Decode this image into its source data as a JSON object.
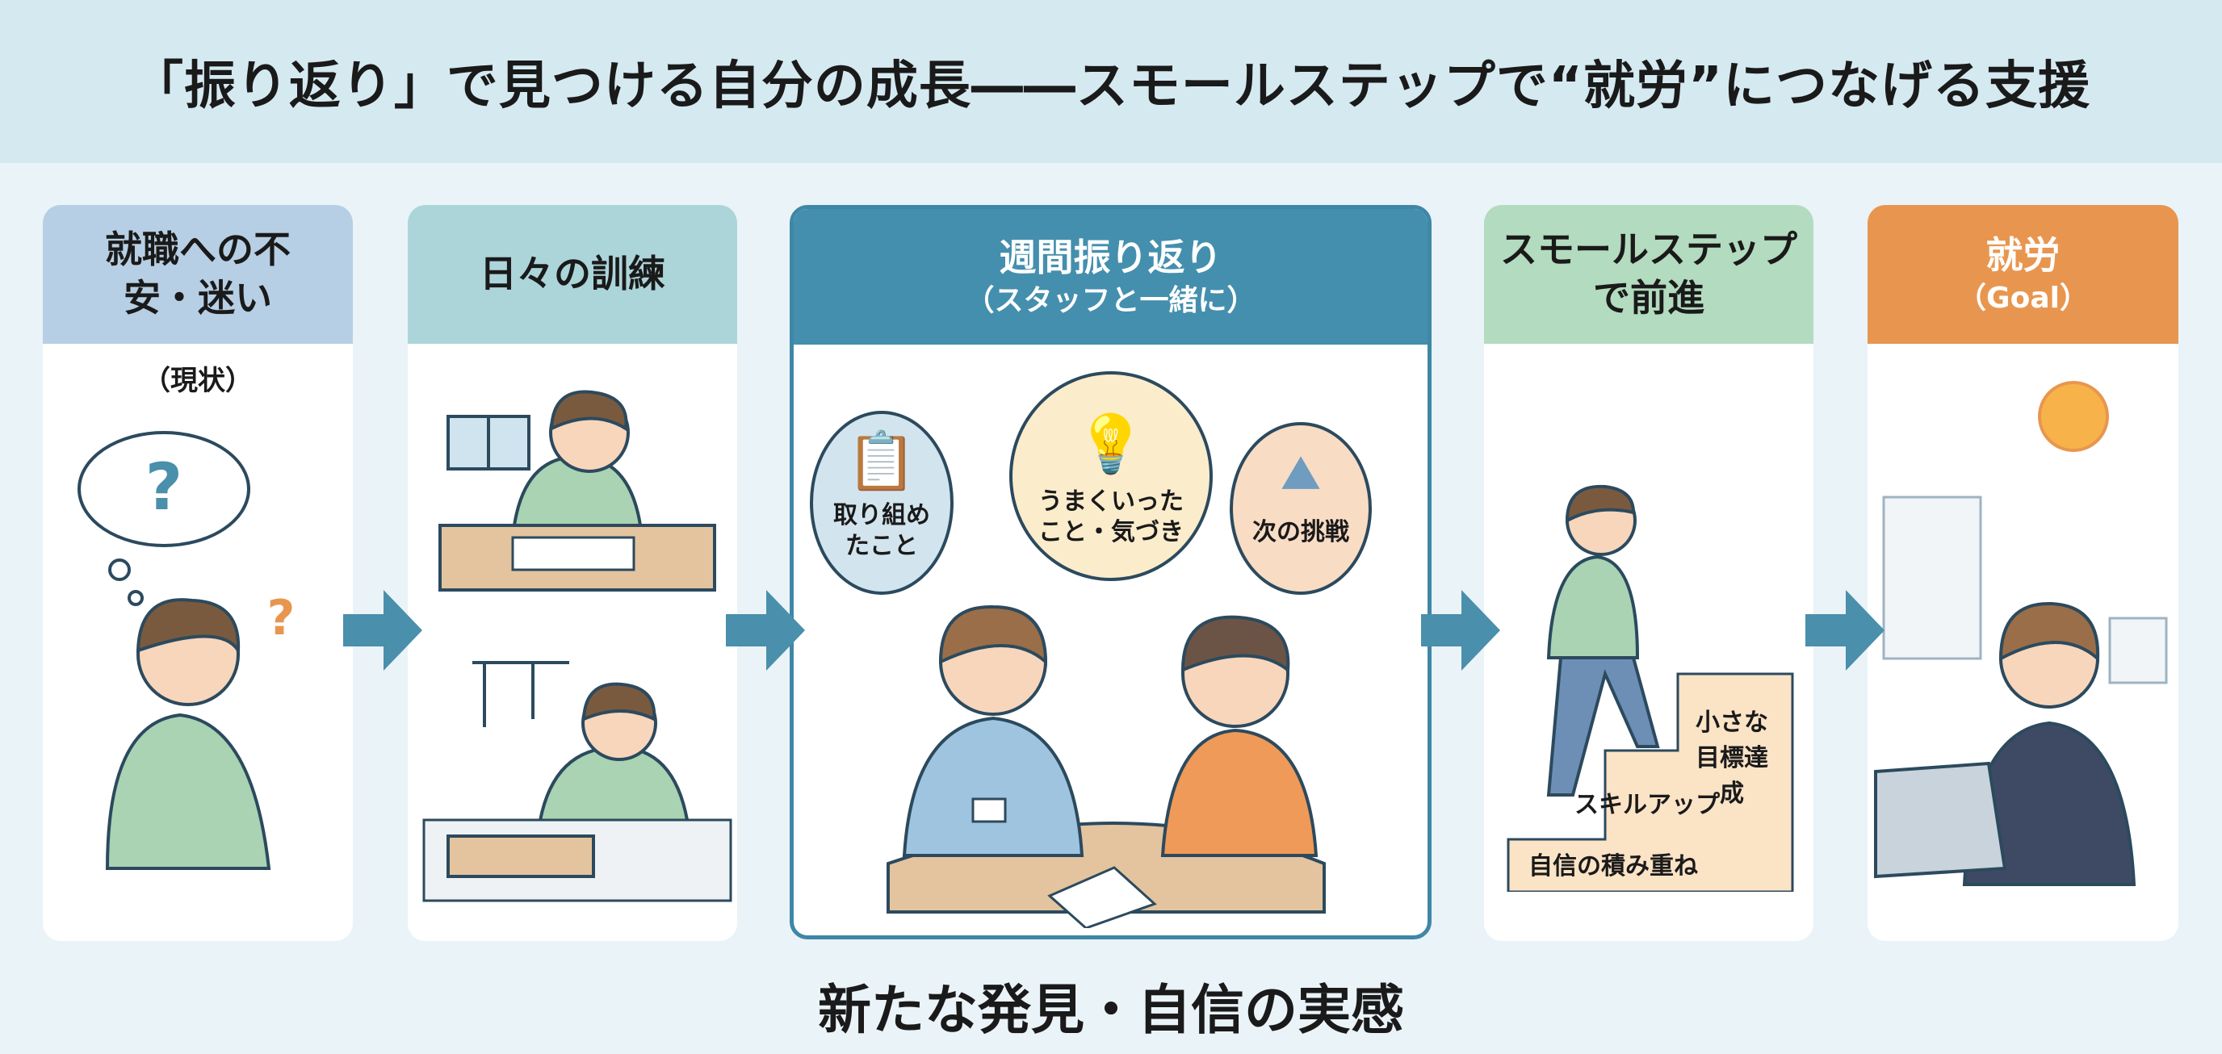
{
  "title": "「振り返り」で見つける自分の成長――スモールステップで“就労”につなげる支援",
  "cards": [
    {
      "title": "就職への不安・迷い",
      "sub": "（現状）",
      "color": "#b7cfe4"
    },
    {
      "title": "日々の訓練",
      "color": "#acd5da"
    },
    {
      "title": "週間振り返り",
      "sub": "（スタッフと一緒に）",
      "color": "#448fad"
    },
    {
      "title": "スモールステップで前進",
      "color": "#b3dbbf"
    },
    {
      "title": "就労",
      "sub": "（Goal）",
      "color": "#e8964f"
    }
  ],
  "bubbles": [
    "取り組めたこと",
    "うまくいったこと・気づき",
    "次の挑戦"
  ],
  "steps": [
    "自信の積み重ね",
    "スキルアップ",
    "小さな目標達成"
  ],
  "bottom": "新たな発見・自信の実感",
  "colors": {
    "accent": "#3f87a6",
    "arrow": "#4a8fab"
  }
}
